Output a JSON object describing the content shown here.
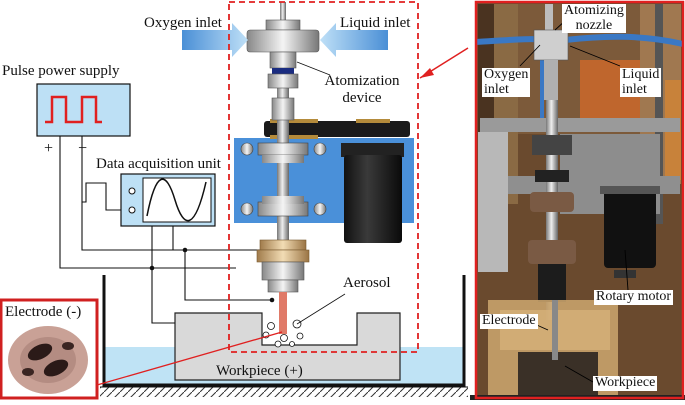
{
  "schematic": {
    "oxygen_inlet": "Oxygen inlet",
    "liquid_inlet": "Liquid inlet",
    "pulse_power_supply": "Pulse power supply",
    "plus": "+",
    "minus": "−",
    "data_acquisition_unit": "Data acquisition unit",
    "atomization_device_line1": "Atomization",
    "atomization_device_line2": "device",
    "aerosol": "Aerosol",
    "workpiece": "Workpiece (+)",
    "electrode_inset": "Electrode (-)"
  },
  "photo": {
    "atomizing_nozzle_line1": "Atomizing",
    "atomizing_nozzle_line2": "nozzle",
    "oxygen_inlet_line1": "Oxygen",
    "oxygen_inlet_line2": "inlet",
    "liquid_inlet_line1": "Liquid",
    "liquid_inlet_line2": "inlet",
    "rotary_motor": "Rotary motor",
    "electrode": "Electrode",
    "workpiece": "Workpiece"
  },
  "colors": {
    "highlight_red": "#e02020",
    "liquid_blue": "#bfe3f5",
    "frame_blue": "#4a90d9",
    "power_box": "#bde0f5",
    "pulse_red": "#e02020",
    "gear_tan": "#d9b98a"
  }
}
